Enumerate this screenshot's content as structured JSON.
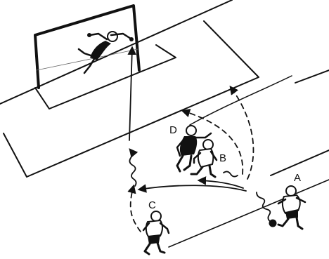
{
  "players": {
    "a": {
      "label": "A"
    },
    "b": {
      "label": "B"
    },
    "c": {
      "label": "C"
    },
    "d": {
      "label": "D"
    }
  },
  "colors": {
    "ink": "#111111",
    "background": "#ffffff"
  }
}
